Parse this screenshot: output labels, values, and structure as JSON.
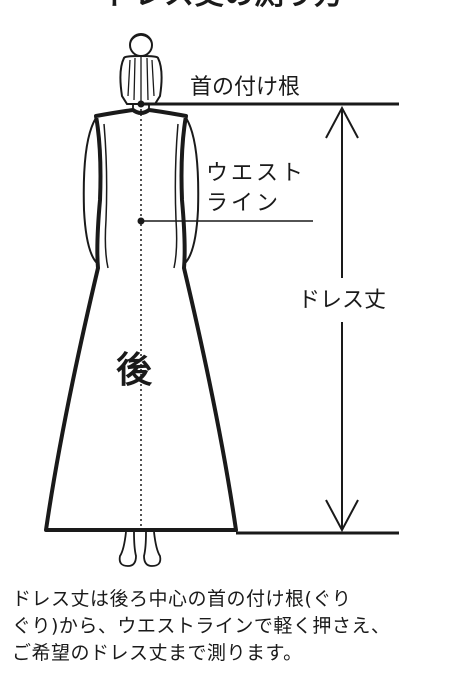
{
  "diagram": {
    "title": "ドレス丈の測り方",
    "labels": {
      "neck_base": "首の付け根",
      "waistline_1": "ウエスト",
      "waistline_2": "ライン",
      "dress_length": "ドレス丈",
      "back": "後"
    }
  },
  "caption": {
    "line1": "ドレス丈は後ろ中心の首の付け根(ぐり",
    "line2": "ぐり)から、ウエストラインで軽く押さえ、",
    "line3": "ご希望のドレス丈まで測ります。"
  },
  "colors": {
    "ink": "#1a1a1a",
    "background": "#ffffff"
  }
}
